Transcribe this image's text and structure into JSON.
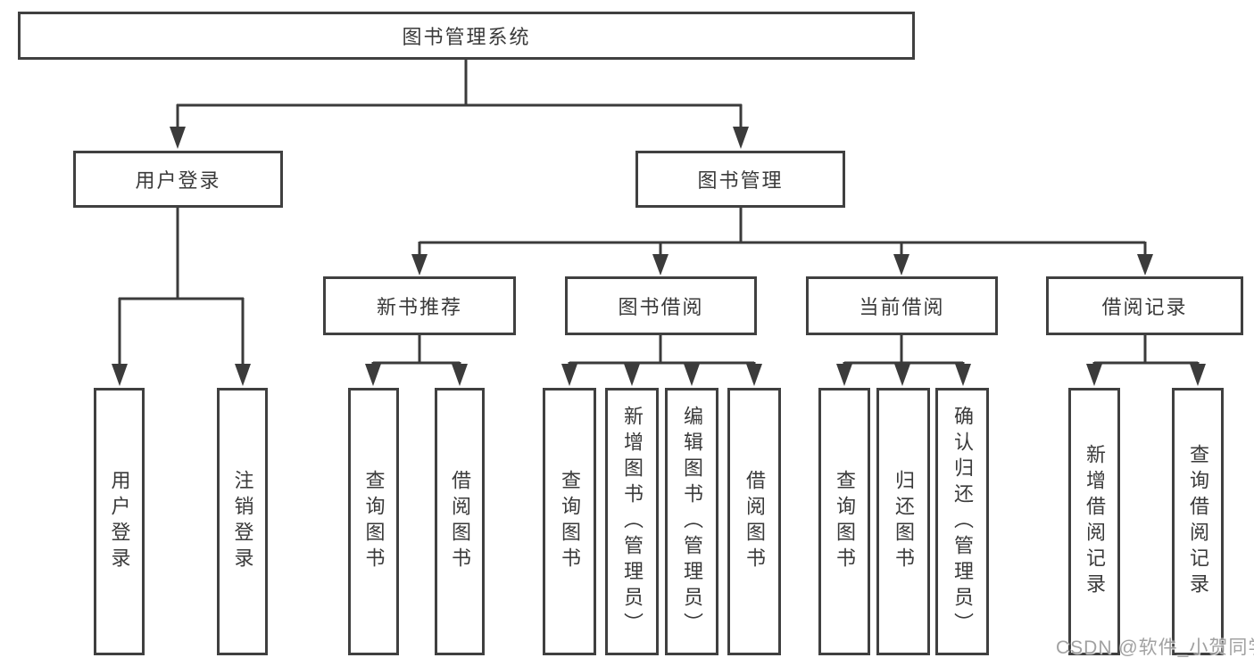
{
  "diagram": {
    "type": "hierarchy-tree",
    "title": "图书管理系统",
    "watermark": "CSDN @软件_小贺同学",
    "colors": {
      "background": "#ffffff",
      "box_fill": "#ffffff",
      "box_border": "#404040",
      "line": "#3b3b3b",
      "text": "#3a3a3a",
      "watermark_text": "#919191"
    },
    "nodes": {
      "root": {
        "label": "图书管理系统",
        "level": 1
      },
      "user_login": {
        "label": "用户登录",
        "level": 2
      },
      "book_mgmt": {
        "label": "图书管理",
        "level": 2
      },
      "new_book_rec": {
        "label": "新书推荐",
        "level": 3
      },
      "book_borrow": {
        "label": "图书借阅",
        "level": 3
      },
      "current_borrow": {
        "label": "当前借阅",
        "level": 3
      },
      "borrow_record": {
        "label": "借阅记录",
        "level": 3
      },
      "login_leaf": {
        "label": "用户登录",
        "level": 4
      },
      "logout_leaf": {
        "label": "注销登录",
        "level": 4
      },
      "rec_query_book": {
        "label": "查询图书",
        "level": 4
      },
      "rec_borrow_book": {
        "label": "借阅图书",
        "level": 4
      },
      "borrow_query_book": {
        "label": "查询图书",
        "level": 4
      },
      "borrow_add_book": {
        "label": "新增图书（管理员）",
        "level": 4
      },
      "borrow_edit_book": {
        "label": "编辑图书（管理员）",
        "level": 4
      },
      "borrow_borrow_book": {
        "label": "借阅图书",
        "level": 4
      },
      "current_query_book": {
        "label": "查询图书",
        "level": 4
      },
      "current_return_book": {
        "label": "归还图书",
        "level": 4
      },
      "current_confirm_return": {
        "label": "确认归还（管理员）",
        "level": 4
      },
      "record_add": {
        "label": "新增借阅记录",
        "level": 4
      },
      "record_query": {
        "label": "查询借阅记录",
        "level": 4
      }
    },
    "edges": [
      [
        "root",
        "user_login"
      ],
      [
        "root",
        "book_mgmt"
      ],
      [
        "user_login",
        "login_leaf"
      ],
      [
        "user_login",
        "logout_leaf"
      ],
      [
        "book_mgmt",
        "new_book_rec"
      ],
      [
        "book_mgmt",
        "book_borrow"
      ],
      [
        "book_mgmt",
        "current_borrow"
      ],
      [
        "book_mgmt",
        "borrow_record"
      ],
      [
        "new_book_rec",
        "rec_query_book"
      ],
      [
        "new_book_rec",
        "rec_borrow_book"
      ],
      [
        "book_borrow",
        "borrow_query_book"
      ],
      [
        "book_borrow",
        "borrow_add_book"
      ],
      [
        "book_borrow",
        "borrow_edit_book"
      ],
      [
        "book_borrow",
        "borrow_borrow_book"
      ],
      [
        "current_borrow",
        "current_query_book"
      ],
      [
        "current_borrow",
        "current_return_book"
      ],
      [
        "current_borrow",
        "current_confirm_return"
      ],
      [
        "borrow_record",
        "record_add"
      ],
      [
        "borrow_record",
        "record_query"
      ]
    ]
  }
}
